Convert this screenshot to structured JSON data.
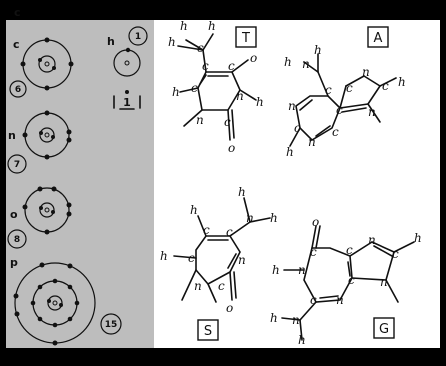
{
  "atoms_panel": {
    "atoms": [
      {
        "symbol": "c",
        "number": "6"
      },
      {
        "symbol": "n",
        "number": "7"
      },
      {
        "symbol": "o",
        "number": "8"
      },
      {
        "symbol": "p",
        "number": "15"
      },
      {
        "symbol": "h",
        "number": "1"
      }
    ],
    "hydrogen_dot_label": "1"
  },
  "molecules": [
    {
      "letter": "T"
    },
    {
      "letter": "A"
    },
    {
      "letter": "S"
    },
    {
      "letter": "G"
    }
  ],
  "labels": {
    "h": "h",
    "c": "c",
    "n": "n",
    "o": "o"
  },
  "colors": {
    "left_panel": "#bdbdbd",
    "right_panel": "#ffffff",
    "frame": "#000000",
    "ink": "#111111"
  }
}
